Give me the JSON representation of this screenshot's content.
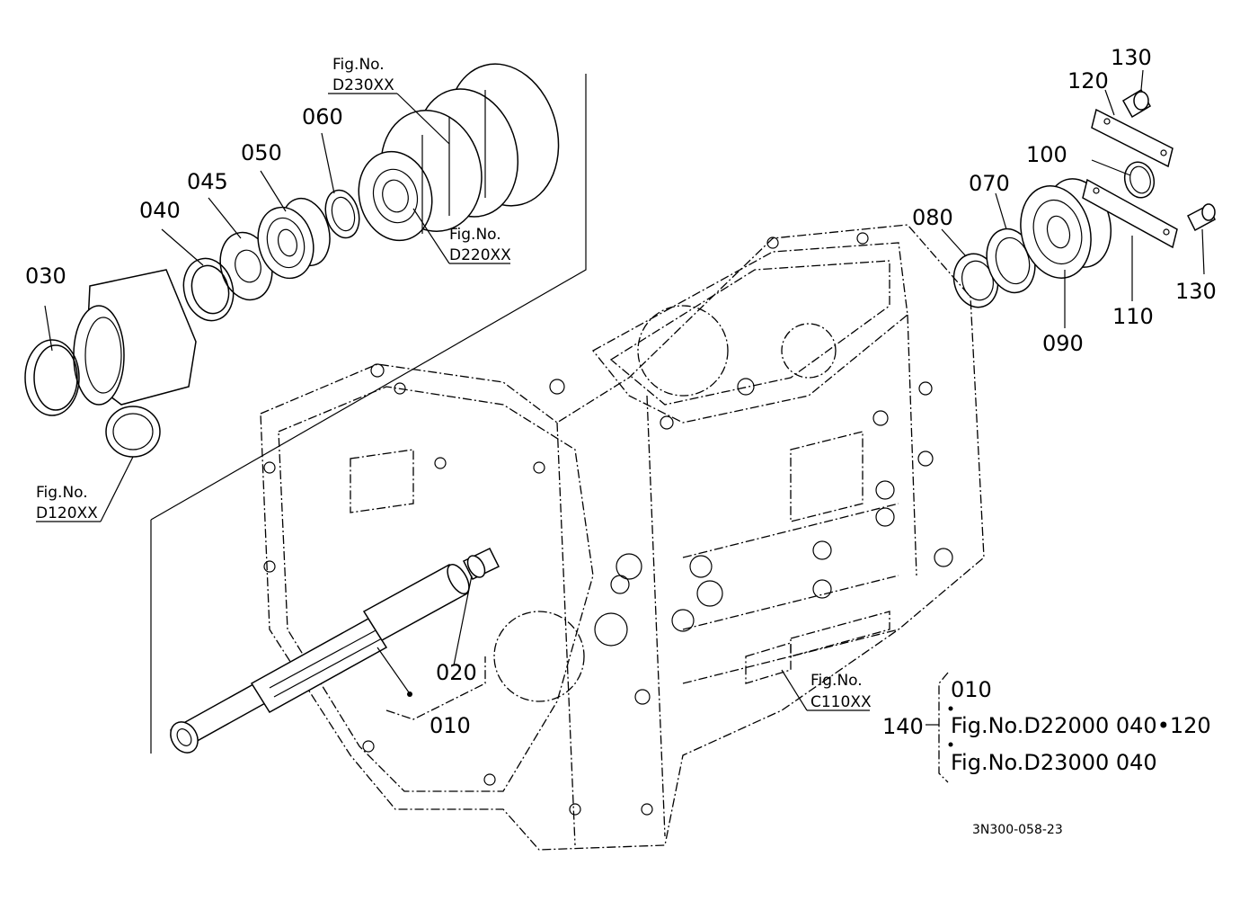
{
  "diagram_id": "3N300-058-23",
  "part_labels": {
    "p010": "010",
    "p020": "020",
    "p030": "030",
    "p040": "040",
    "p045": "045",
    "p050": "050",
    "p060": "060",
    "p070": "070",
    "p080": "080",
    "p090": "090",
    "p100": "100",
    "p110": "110",
    "p120": "120",
    "p130a": "130",
    "p130b": "130",
    "p140": "140"
  },
  "figure_refs": {
    "d230": {
      "fig": "Fig.No.",
      "code": "D230XX"
    },
    "d220": {
      "fig": "Fig.No.",
      "code": "D220XX"
    },
    "d120": {
      "fig": "Fig.No.",
      "code": "D120XX"
    },
    "c110": {
      "fig": "Fig.No.",
      "code": "C110XX"
    }
  },
  "kit_140": {
    "line1": "010",
    "line2": "Fig.No.D22000  040•120",
    "line3": "Fig.No.D23000  040"
  }
}
